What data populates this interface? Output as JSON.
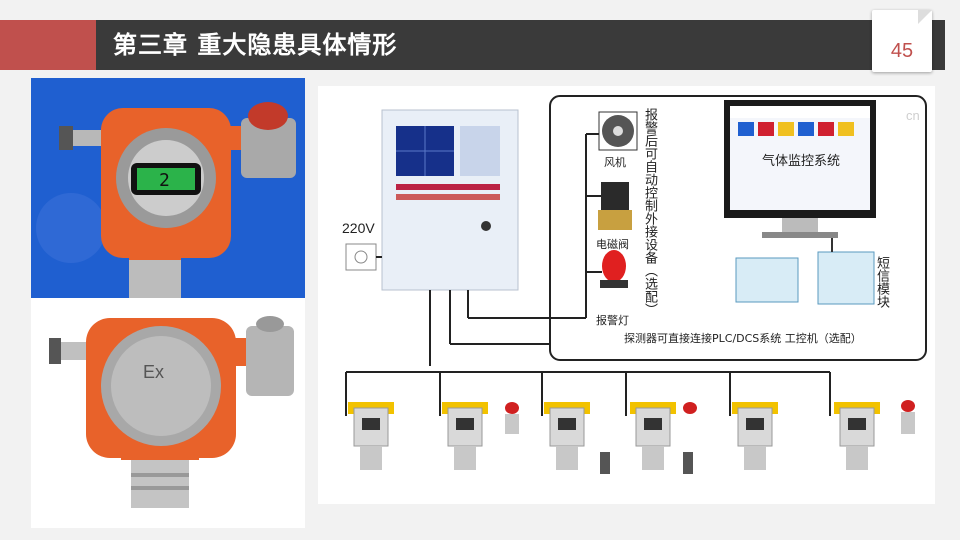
{
  "slide": {
    "title": "第三章  重大隐患具体情形",
    "page_number": "45"
  },
  "diagram": {
    "voltage_label": "220V",
    "fan_label": "风机",
    "valve_label": "电磁阀",
    "alarm_light_label": "报警灯",
    "auto_control_label": "报警后可自动控制外接设备（选配）",
    "monitor_label": "气体监控系统",
    "sms_module_label": "短信模块",
    "plc_label": "探测器可直接连接PLC/DCS系统 工控机（选配）",
    "watermark": "cn"
  },
  "colors": {
    "title_bar": "#3a3a3a",
    "accent": "#c0504d",
    "photo_bg_blue": "#1f5fd0",
    "detector_orange": "#e8622a"
  }
}
